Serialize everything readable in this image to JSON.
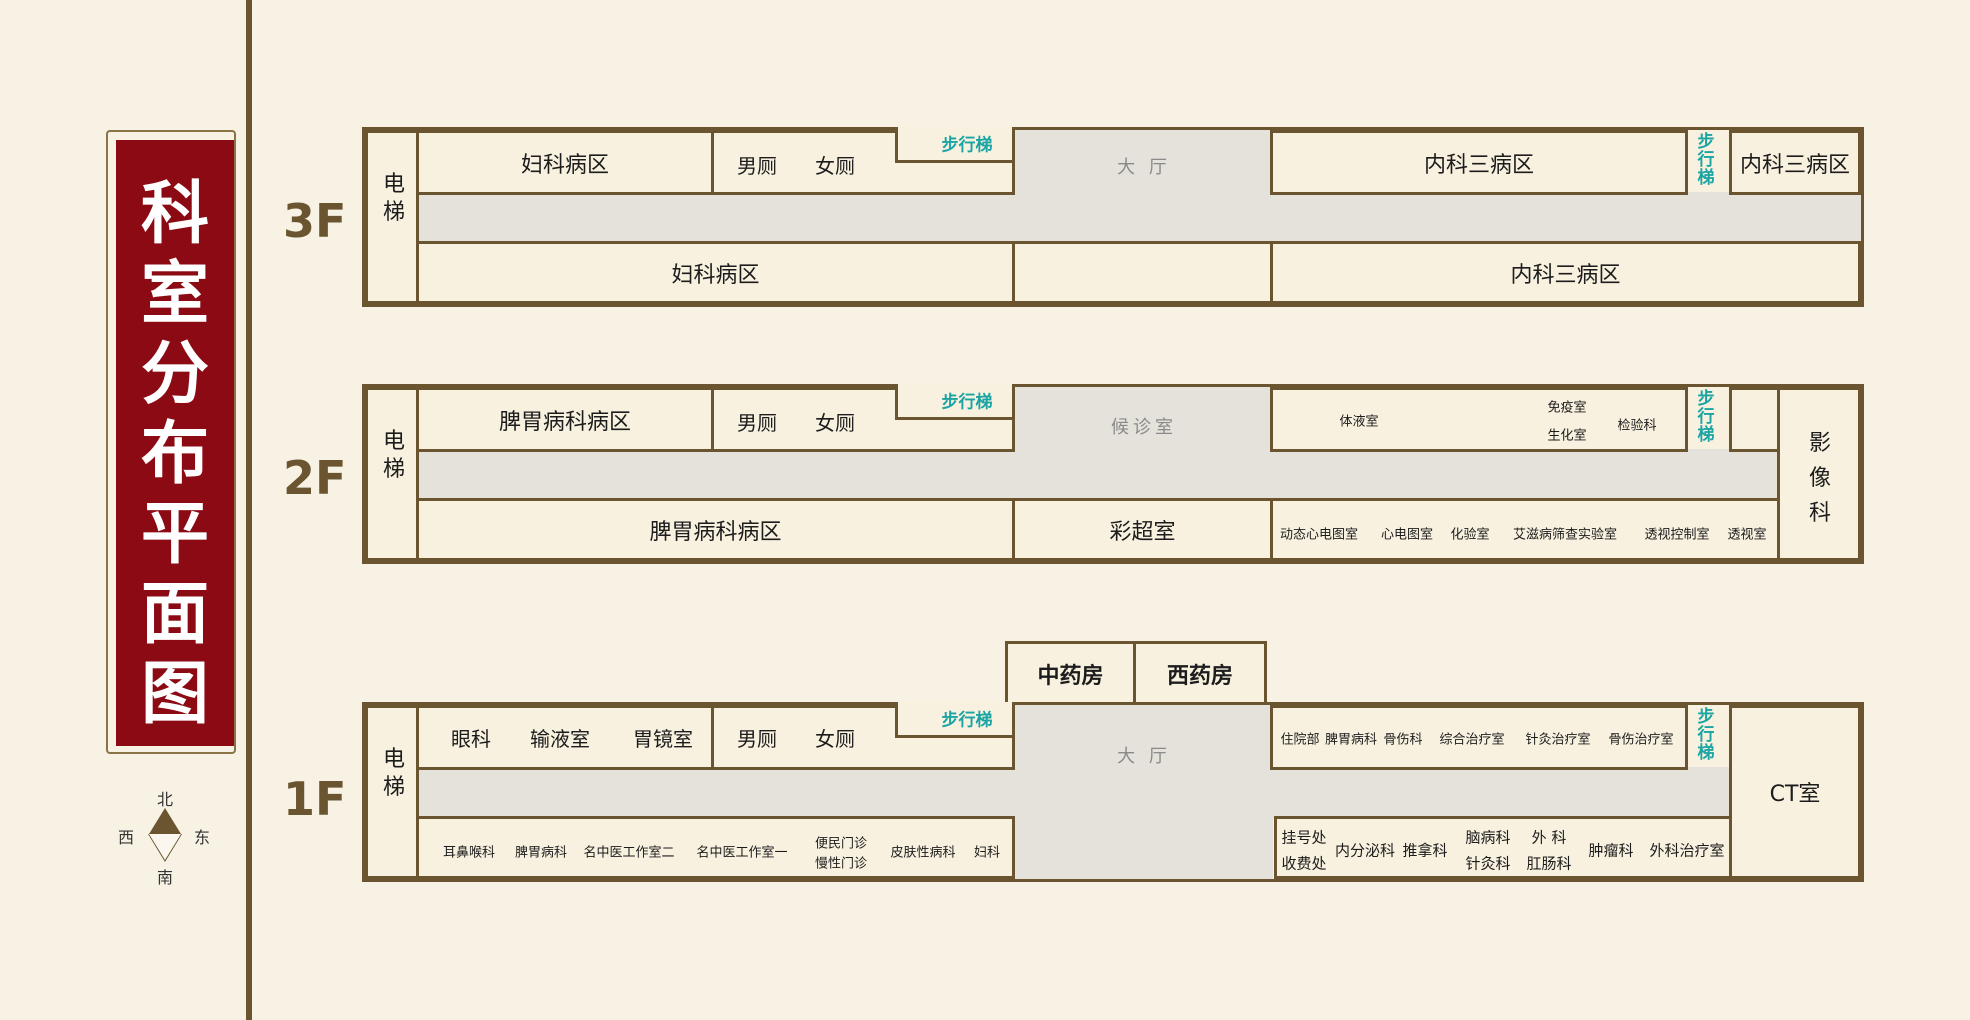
{
  "title": [
    "科",
    "室",
    "分",
    "布",
    "平",
    "面",
    "图"
  ],
  "compass": {
    "north": "北",
    "south": "南",
    "west": "西",
    "east": "东"
  },
  "elevator": "电梯",
  "floors": {
    "f3": {
      "label": "3F",
      "north_left": "妇科病区",
      "toilet_m": "男厕",
      "toilet_f": "女厕",
      "stairs_left": "步行梯",
      "hall": "大 厅",
      "north_right": "内科三病区",
      "stairs_right": "步行梯",
      "north_far_right": "内科三病区",
      "south_left": "妇科病区",
      "south_right": "内科三病区"
    },
    "f2": {
      "label": "2F",
      "north_left": "脾胃病科病区",
      "toilet_m": "男厕",
      "toilet_f": "女厕",
      "stairs_left": "步行梯",
      "waiting": "候诊室",
      "body_fluid": "体液室",
      "immune": "免疫室",
      "biochem": "生化室",
      "lab": "检验科",
      "stairs_right": "步行梯",
      "imaging": "影像科",
      "south_left": "脾胃病科病区",
      "ultrasound": "彩超室",
      "south_rooms": [
        "动态心电图室",
        "心电图室",
        "化验室",
        "艾滋病筛查实验室",
        "透视控制室",
        "透视室"
      ]
    },
    "f1": {
      "label": "1F",
      "pharmacy_cn": "中药房",
      "pharmacy_west": "西药房",
      "eye": "眼科",
      "infusion": "输液室",
      "gastroscope": "胃镜室",
      "toilet_m": "男厕",
      "toilet_f": "女厕",
      "stairs_left": "步行梯",
      "hall": "大 厅",
      "north_right_rooms": [
        "住院部",
        "脾胃病科",
        "骨伤科",
        "综合治疗室",
        "针灸治疗室",
        "骨伤治疗室"
      ],
      "stairs_right": "步行梯",
      "ct": "CT室",
      "south_left_rooms": [
        "耳鼻喉科",
        "脾胃病科",
        "名中医工作室二",
        "名中医工作室一"
      ],
      "clinic_convenience": "便民门诊",
      "clinic_chronic": "慢性门诊",
      "dermatology": "皮肤性病科",
      "gynecology": "妇科",
      "registration": "挂号处",
      "cashier": "收费处",
      "endocrine": "内分泌科",
      "massage": "推拿科",
      "encephalopathy": "脑病科",
      "acupuncture": "针灸科",
      "surgery": "外 科",
      "anorectal": "肛肠科",
      "oncology": "肿瘤科",
      "surgery_treatment": "外科治疗室"
    }
  }
}
